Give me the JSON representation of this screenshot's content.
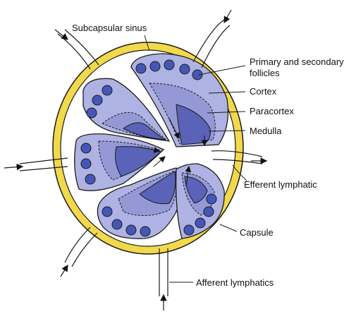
{
  "labels": {
    "subcapsular_sinus": "Subcapsular sinus",
    "follicles_line1": "Primary and secondary",
    "follicles_line2": "follicles",
    "cortex": "Cortex",
    "paracortex": "Paracortex",
    "medulla": "Medulla",
    "efferent": "Efferent lymphatic",
    "capsule": "Capsule",
    "afferent": "Afferent lymphatics"
  },
  "colors": {
    "capsule": "#f2d94c",
    "cortex": "#aeb3e3",
    "paracortex": "#9499d6",
    "medulla": "#5a63b8",
    "follicle": "#4656b8",
    "outline": "#1a1a1a"
  }
}
